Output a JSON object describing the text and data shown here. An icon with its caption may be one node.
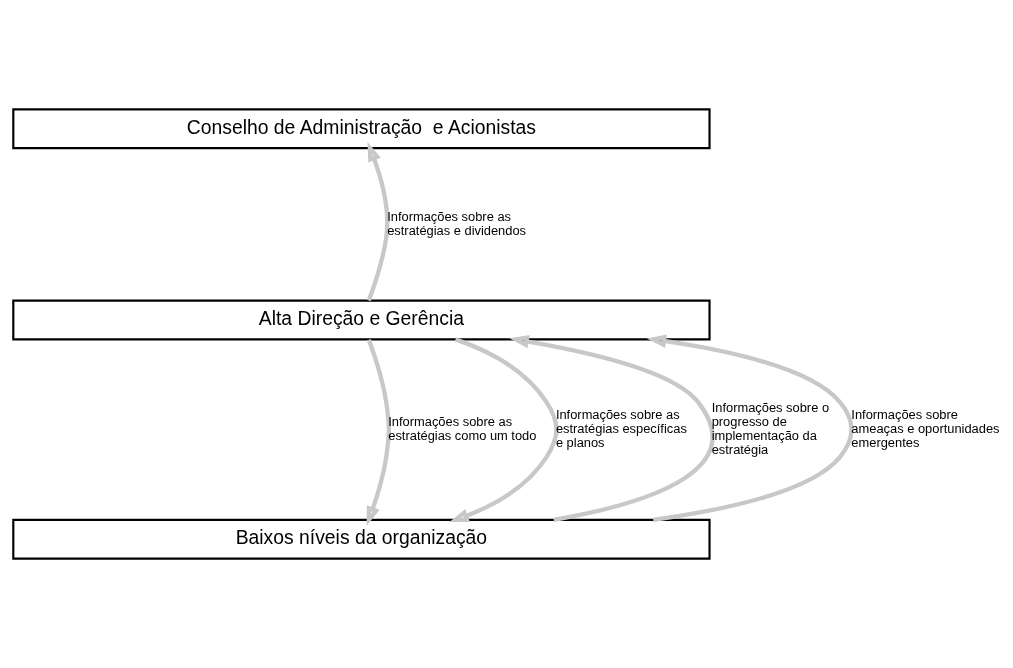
{
  "diagram": {
    "nodes": [
      {
        "text": [
          "Conselho de Administração  e Acionistas"
        ]
      },
      {
        "text": [
          "Alta Direção e Gerência"
        ]
      },
      {
        "text": [
          "Baixos níveis da organização"
        ]
      }
    ],
    "edges": [
      {
        "from": 1,
        "to": 0,
        "arrow": "to",
        "label": "Informações sobre as estratégias e dividendos"
      },
      {
        "from": 1,
        "to": 2,
        "arrow": "to",
        "label": "Informações sobre as estratégias como um todo"
      },
      {
        "from": 1,
        "to": 2,
        "arrow": "to",
        "label": "Informações sobre as estratégias específicas e planos"
      },
      {
        "from": 2,
        "to": 1,
        "arrow": "to",
        "label": "Informações sobre o progresso de implementação da estratégia"
      },
      {
        "from": 2,
        "to": 1,
        "arrow": "to",
        "label": "Informações sobre ameaças e oportunidades emergentes"
      }
    ]
  }
}
